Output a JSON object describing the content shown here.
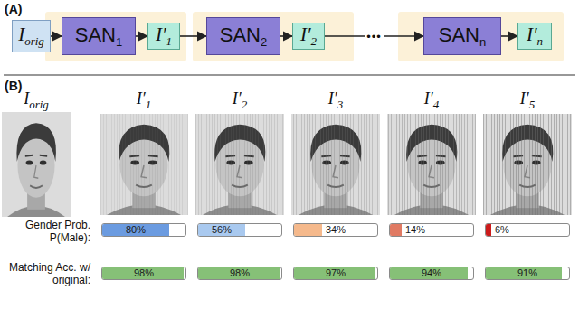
{
  "diagram": {
    "nodes": [
      {
        "text": [
          "I",
          "orig"
        ]
      },
      {
        "text": [
          "SAN",
          "1"
        ]
      },
      {
        "text": [
          "I′",
          "1"
        ]
      },
      {
        "text": [
          "SAN",
          "2"
        ]
      },
      {
        "text": [
          "I′",
          "2"
        ]
      },
      {
        "text": [
          "SAN",
          "n"
        ]
      },
      {
        "text": [
          "I′",
          "n"
        ]
      }
    ],
    "edges": [
      {
        "from": 0,
        "to": 1,
        "arrow": "to"
      },
      {
        "from": 1,
        "to": 2,
        "arrow": "to"
      },
      {
        "from": 2,
        "to": 3,
        "arrow": "to"
      },
      {
        "from": 3,
        "to": 4,
        "arrow": "to"
      },
      {
        "from": 4,
        "to": 5,
        "label": "•••",
        "arrow": "to"
      },
      {
        "from": 5,
        "to": 6,
        "arrow": "to"
      }
    ],
    "labels": [
      "(A)",
      "(B)",
      "I",
      "orig",
      "I′",
      "1",
      "I′",
      "2",
      "I′",
      "3",
      "I′",
      "4",
      "I′",
      "5",
      "Gender Prob. P(Male):",
      "80%",
      "56%",
      "34%",
      "14%",
      "6%",
      "Matching Acc. w/ original:",
      "98%",
      "98%",
      "97%",
      "94%",
      "91%"
    ]
  }
}
